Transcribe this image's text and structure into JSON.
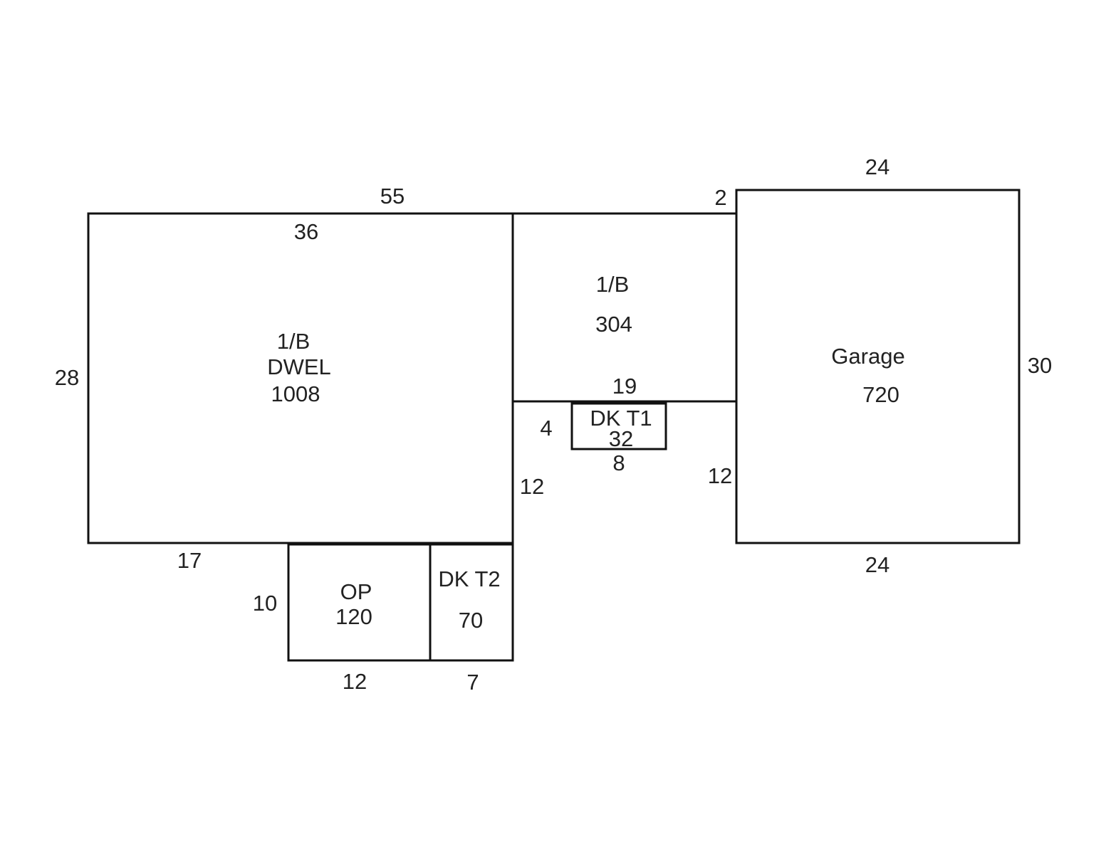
{
  "areas": {
    "dwel": {
      "code": "1/B",
      "name": "DWEL",
      "area": "1008"
    },
    "addition": {
      "code": "1/B",
      "area": "304"
    },
    "garage": {
      "name": "Garage",
      "area": "720"
    },
    "deck1": {
      "name": "DK T1",
      "area": "32"
    },
    "op": {
      "name": "OP",
      "area": "120"
    },
    "deck2": {
      "name": "DK T2",
      "area": "70"
    }
  },
  "dimensions": {
    "overall_top": "55",
    "dwel_top": "36",
    "dwel_left": "28",
    "dwel_bottom": "17",
    "step_top": "2",
    "garage_top": "24",
    "garage_right": "30",
    "garage_bottom": "24",
    "addition_bottom": "19",
    "deck1_left": "4",
    "deck1_bottom": "8",
    "notch_left": "12",
    "notch_right": "12",
    "op_left": "10",
    "op_bottom": "12",
    "deck2_bottom": "7"
  }
}
